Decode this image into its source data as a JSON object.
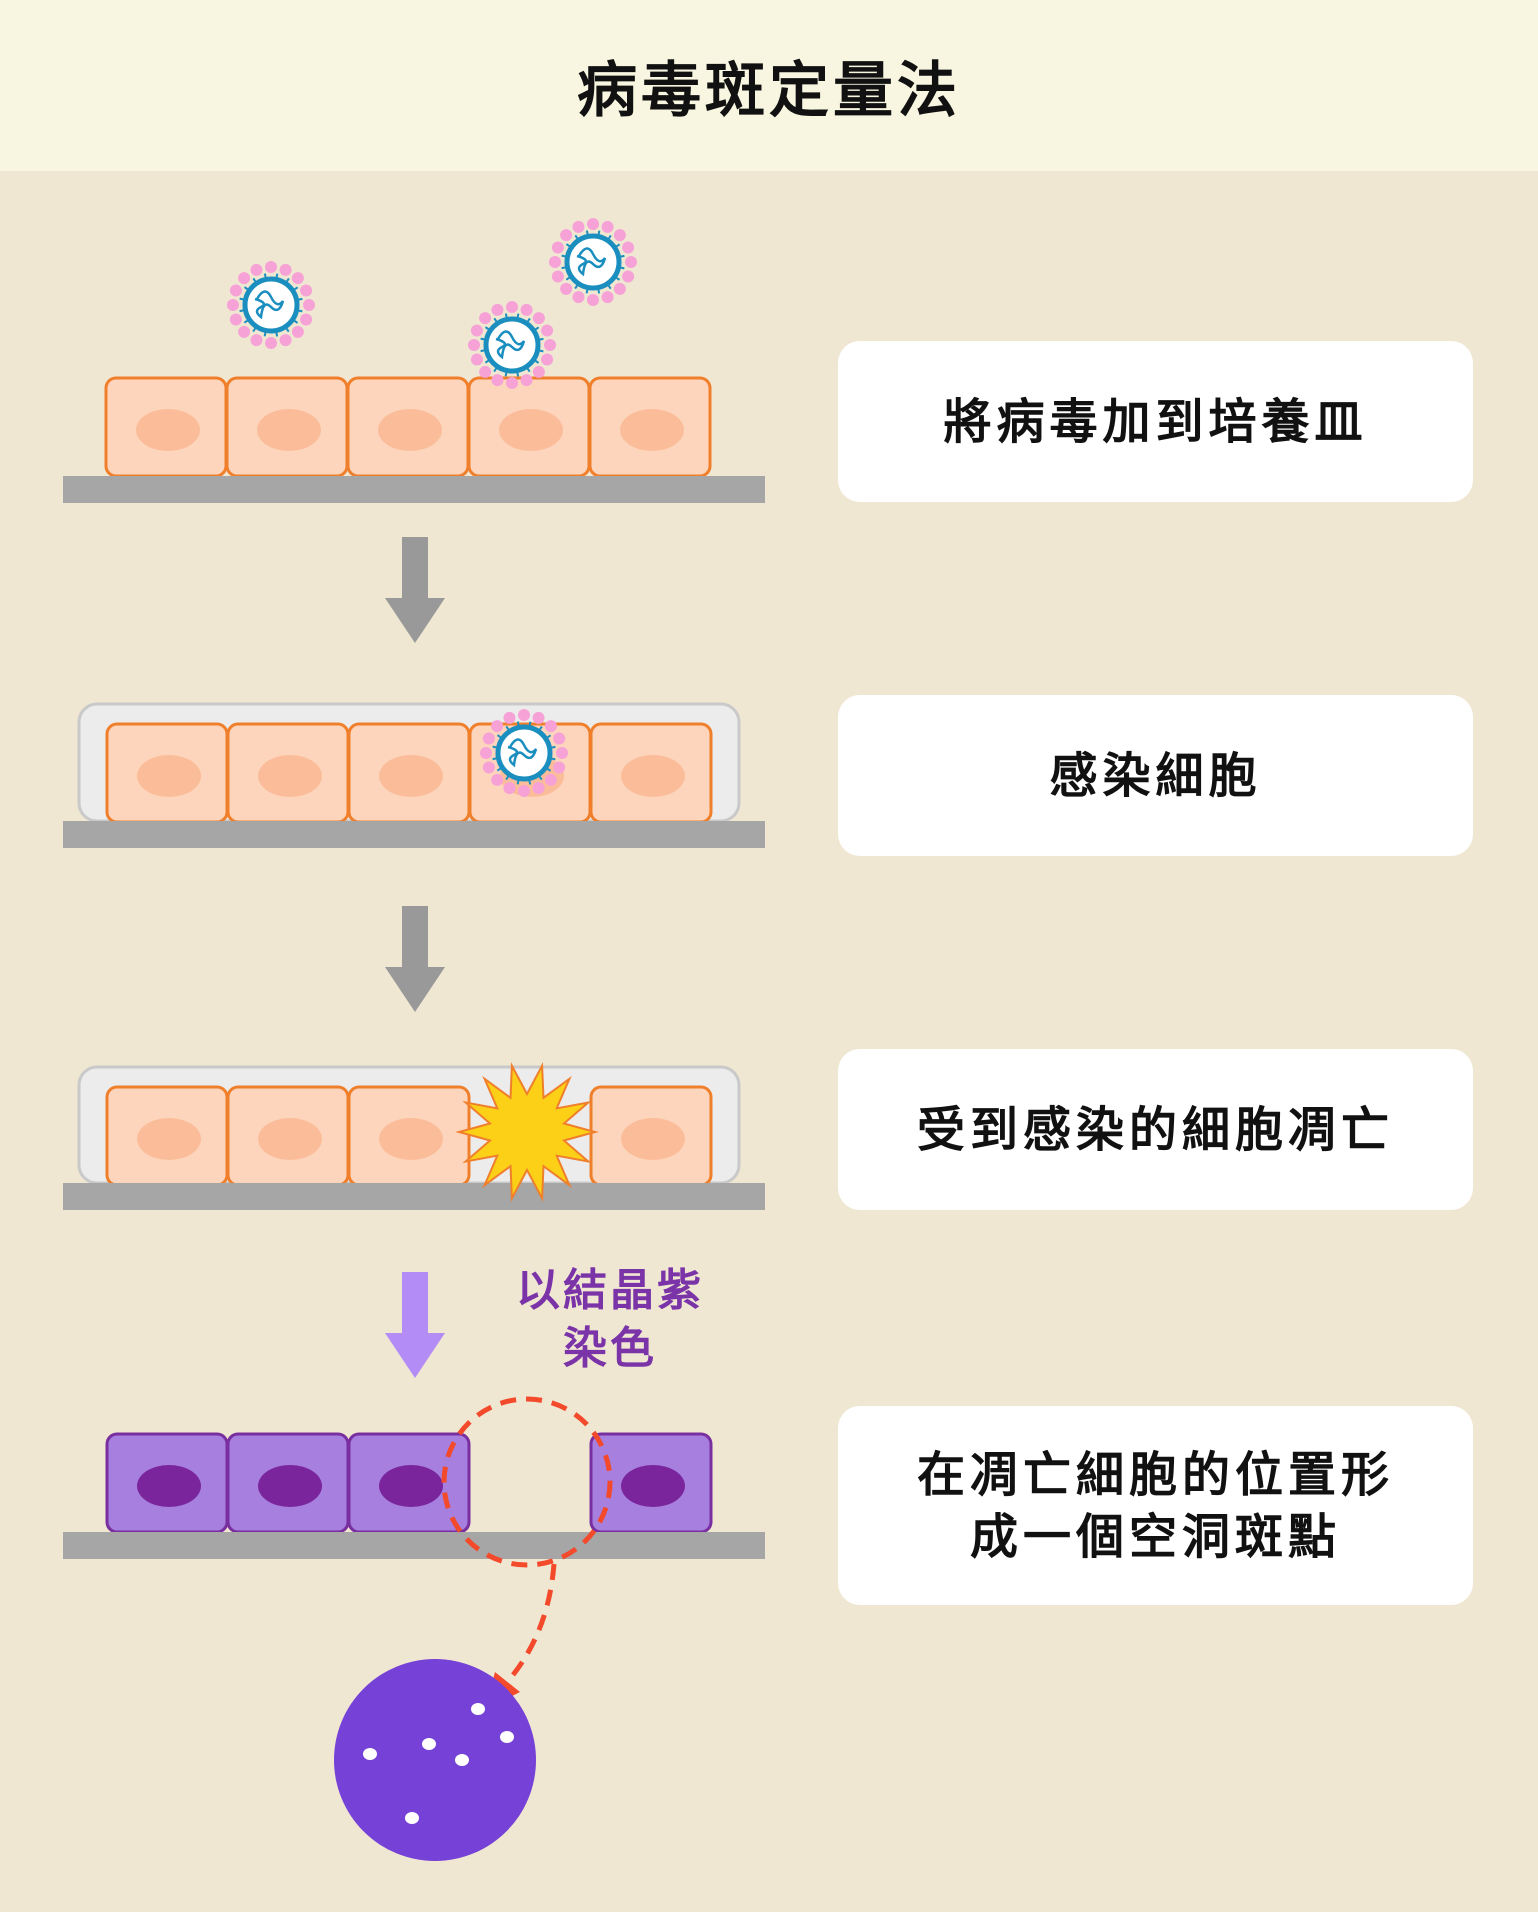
{
  "title": "病毒斑定量法",
  "steps": [
    {
      "label": "將病毒加到培養皿"
    },
    {
      "label": "感染細胞"
    },
    {
      "label": "受到感染的細胞凋亡"
    },
    {
      "label_line1": "在凋亡細胞的位置形",
      "label_line2": "成一個空洞斑點"
    }
  ],
  "stain_label": {
    "line1": "以結晶紫",
    "line2": "染色"
  },
  "colors": {
    "background": "#f0e7d3",
    "title_band": "#f8f6e1",
    "cell_fill": "#fdd5bd",
    "cell_border": "#f07f2c",
    "stained_cell": "#a67fdf",
    "dish": "#7541d6",
    "plate": "#a6a6a6",
    "arrow": "#999999",
    "stain_arrow": "#b48cf5",
    "dashed": "#f34a2c"
  }
}
